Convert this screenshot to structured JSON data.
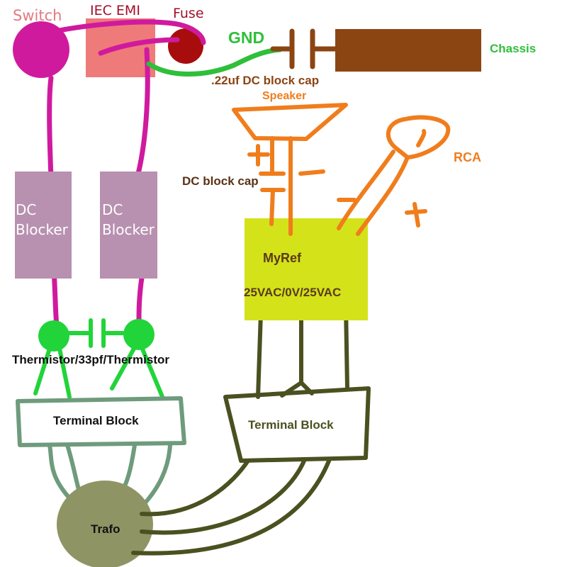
{
  "labels": {
    "switch": "Switch",
    "iec_emi": "IEC EMI",
    "fuse": "Fuse",
    "gnd": "GND",
    "chassis": "Chassis",
    "cap_022": ".22uf DC block cap",
    "speaker": "Speaker",
    "rca": "RCA",
    "dc_block_cap": "DC block cap",
    "dc_blocker_1": "DC Blocker",
    "dc_blocker_2": "DC Blocker",
    "myref": "MyRef",
    "myref_supply": "25VAC/0V/25VAC",
    "thermistor": "Thermistor/33pf/Thermistor",
    "terminal_block_left": "Terminal Block",
    "terminal_block_right": "Terminal Block",
    "trafo": "Trafo",
    "plus_speaker": "+",
    "minus_speaker": "-",
    "minus_rca": "-",
    "plus_rca": "+"
  },
  "colors": {
    "switch": "#d01a9e",
    "iec_emi": "#ef7a7a",
    "fuse": "#a80d0d",
    "gnd_wire": "#2fbf3a",
    "chassis": "#8b4513",
    "speaker": "#f07d1c",
    "dc_blocker": "#b890b0",
    "myref": "#d4e21a",
    "thermistor": "#21d43a",
    "terminal_left": "#6e9b7c",
    "terminal_right_wires": "#4b5020",
    "trafo": "#8f9464",
    "mains_wire": "#d01a9e"
  }
}
